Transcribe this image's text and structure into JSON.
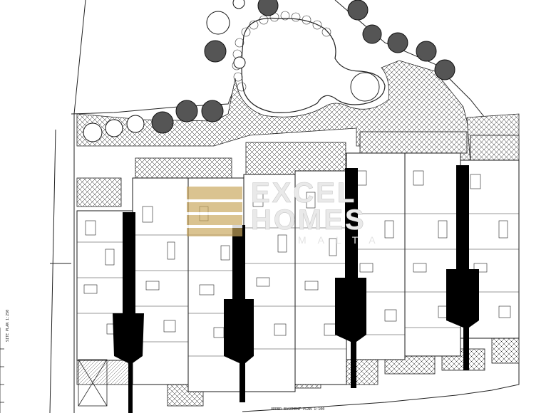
{
  "drawing": {
    "bottom_title": "UPPER BASEMENT PLAN 1:100",
    "side_label": "SITE PLAN 1:250"
  },
  "watermark": {
    "line1": "EXCEL",
    "line2": "HOMES",
    "line3": "MALTA",
    "logo_color": "#c9a85c"
  },
  "colors": {
    "ink": "#1a1a1a",
    "solid": "#000000",
    "paper": "#ffffff"
  }
}
